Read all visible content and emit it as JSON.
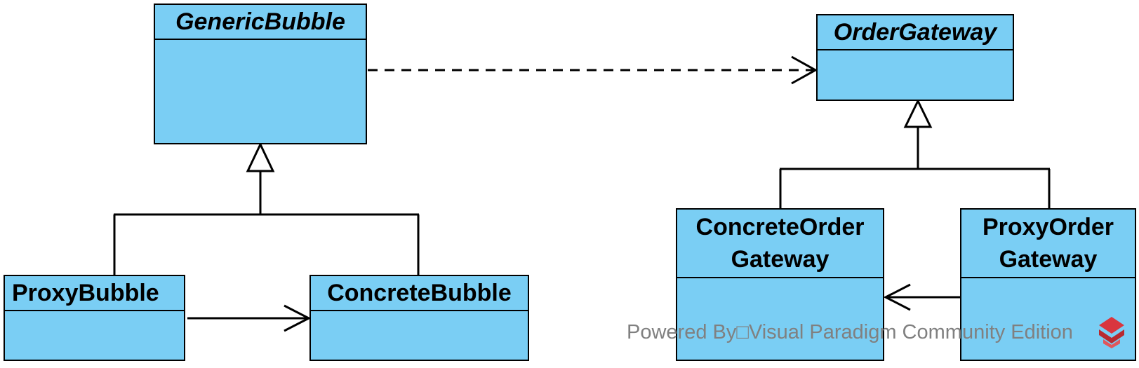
{
  "colors": {
    "class_fill": "#7ACEF4",
    "line": "#000000",
    "watermark": "#808080",
    "logo": "#D9363E"
  },
  "classes": {
    "generic_bubble": "GenericBubble",
    "proxy_bubble": "ProxyBubble",
    "concrete_bubble": "ConcreteBubble",
    "order_gateway": "OrderGateway",
    "concrete_order_gateway": [
      "ConcreteOrder",
      "Gateway"
    ],
    "proxy_order_gateway": [
      "ProxyOrder",
      "Gateway"
    ]
  },
  "watermark": {
    "text": "Powered By□Visual Paradigm Community Edition",
    "logo_icon": "visual-paradigm-logo-icon"
  }
}
